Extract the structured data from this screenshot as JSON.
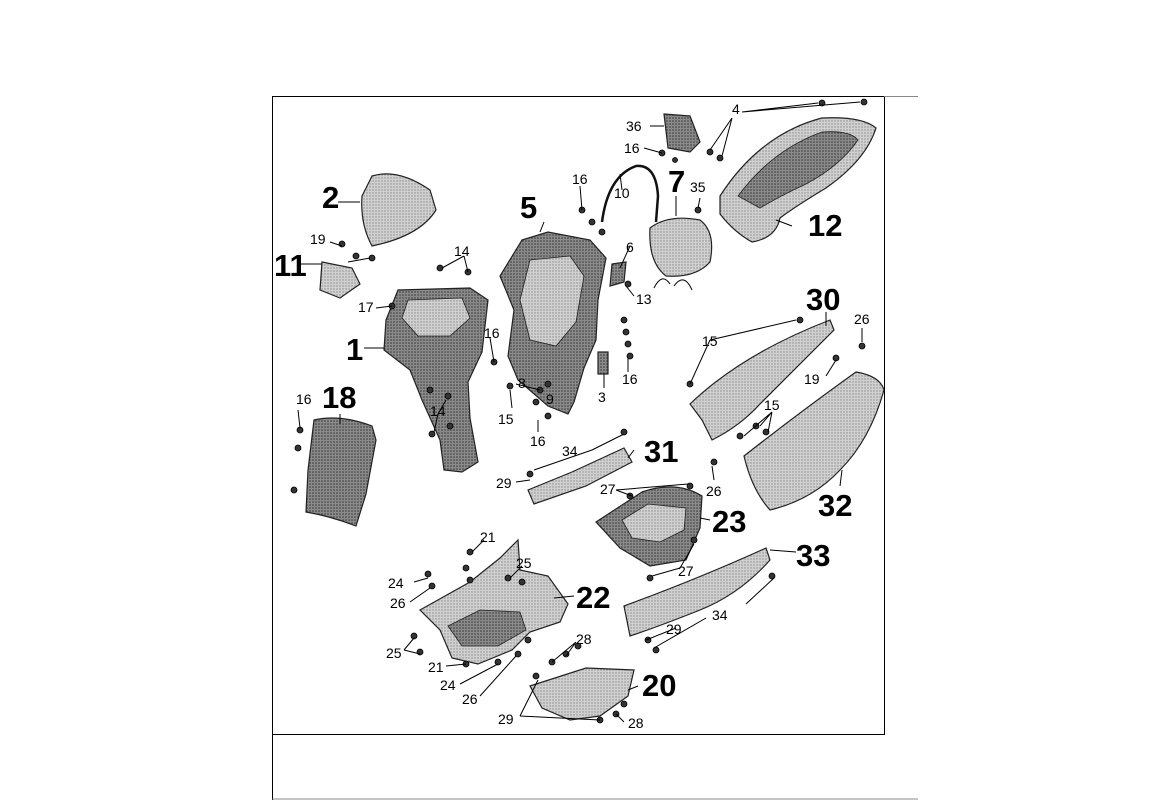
{
  "diagram": {
    "big_labels": {
      "p1": "1",
      "p2": "2",
      "p5": "5",
      "p7": "7",
      "p11": "11",
      "p12": "12",
      "p18": "18",
      "p20": "20",
      "p22": "22",
      "p23": "23",
      "p30": "30",
      "p31": "31",
      "p32": "32",
      "p33": "33"
    },
    "small_labels": {
      "s3": "3",
      "s4": "4",
      "s6": "6",
      "s8": "8",
      "s9": "9",
      "s10": "10",
      "s13": "13",
      "s14a": "14",
      "s14b": "14",
      "s15a": "15",
      "s15b": "15",
      "s15c": "15",
      "s16a": "16",
      "s16b": "16",
      "s16c": "16",
      "s16d": "16",
      "s16e": "16",
      "s16f": "16",
      "s17": "17",
      "s19a": "19",
      "s19b": "19",
      "s21a": "21",
      "s21b": "21",
      "s24a": "24",
      "s24b": "24",
      "s25a": "25",
      "s25b": "25",
      "s26a": "26",
      "s26b": "26",
      "s26c": "26",
      "s26d": "26",
      "s27a": "27",
      "s27b": "27",
      "s28a": "28",
      "s28b": "28",
      "s29a": "29",
      "s29b": "29",
      "s29c": "29",
      "s34a": "34",
      "s34b": "34",
      "s35": "35",
      "s36": "36"
    },
    "colors": {
      "part_fill": "#bdbdbd",
      "part_dark": "#6e6e6e",
      "line": "#000000"
    }
  }
}
